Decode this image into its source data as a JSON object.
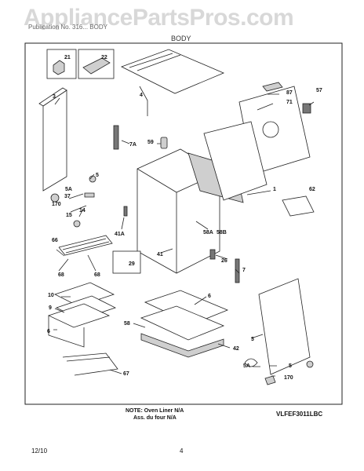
{
  "header": {
    "watermark": "AppliancePartsPros.com",
    "model_line": "Publication No. 316... BODY",
    "section_title": "BODY"
  },
  "notes": {
    "line1": "NOTE: Oven Liner N/A",
    "line2": "Ass. du four N/A",
    "model": "VLFEF3011LBC"
  },
  "footer": {
    "date": "12/10",
    "page": "4"
  },
  "labels": {
    "l21": "21",
    "l22": "22",
    "l4": "4",
    "l3a": "3",
    "l87": "87",
    "l71": "71",
    "l57": "57",
    "l59": "59",
    "l7a": "7A",
    "l5a": "5",
    "l5aa": "5A",
    "l37": "37",
    "l170a": "170",
    "l14": "14",
    "l15": "15",
    "l66": "66",
    "l68a": "68",
    "l68b": "68",
    "l41a": "41A",
    "l41": "41",
    "l29": "29",
    "l1": "1",
    "l62": "62",
    "l58a": "58A",
    "l58b": "58B",
    "l26": "26",
    "l7": "7",
    "l10": "10",
    "l9": "9",
    "l6a": "6",
    "l58": "58",
    "l6b": "6",
    "l42": "42",
    "l3b": "3",
    "l67": "67",
    "l5ab": "5A",
    "l5b": "5",
    "l170b": "170"
  }
}
